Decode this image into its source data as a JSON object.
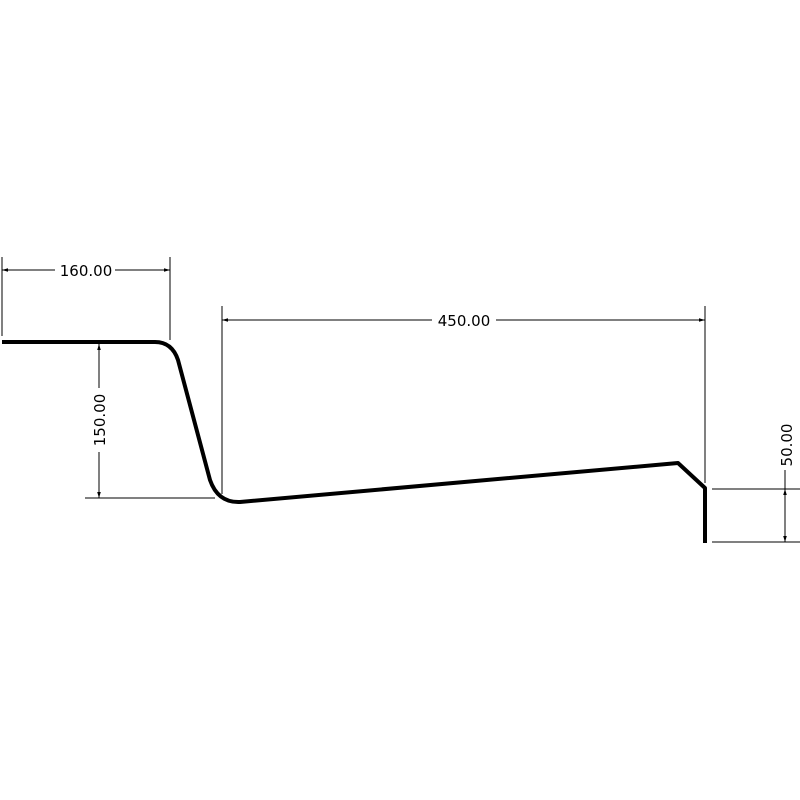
{
  "drawing": {
    "type": "sheet-metal profile",
    "background_color": "#ffffff",
    "line_color": "#000000",
    "dimensions": {
      "top_flange_width": "160.00",
      "drop_height": "150.00",
      "base_length": "450.00",
      "end_lip_height": "50.00"
    }
  }
}
